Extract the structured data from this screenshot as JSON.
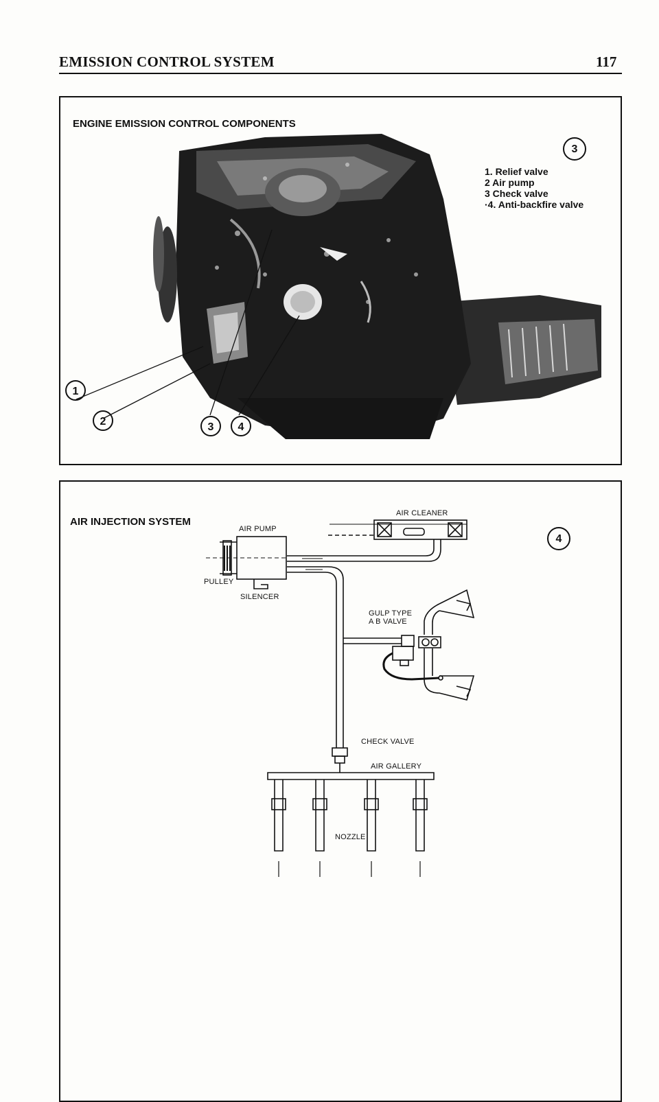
{
  "header": {
    "title": "EMISSION CONTROL SYSTEM",
    "page_number": "117"
  },
  "figure3": {
    "title": "ENGINE EMISSION CONTROL COMPONENTS",
    "figure_number": "3",
    "callouts": [
      "1",
      "2",
      "3",
      "4"
    ],
    "legend": [
      "1. Relief valve",
      "2 Air pump",
      "3 Check valve",
      "·4. Anti-backfire valve"
    ]
  },
  "figure4": {
    "title": "AIR INJECTION SYSTEM",
    "figure_number": "4",
    "labels": {
      "air_cleaner": "AIR CLEANER",
      "air_pump": "AIR PUMP",
      "pulley": "PULLEY",
      "silencer": "SILENCER",
      "gulp_valve_line1": "GULP TYPE",
      "gulp_valve_line2": "A B VALVE",
      "check_valve": "CHECK VALVE",
      "air_gallery": "AIR GALLERY",
      "nozzle": "NOZZLE"
    }
  }
}
